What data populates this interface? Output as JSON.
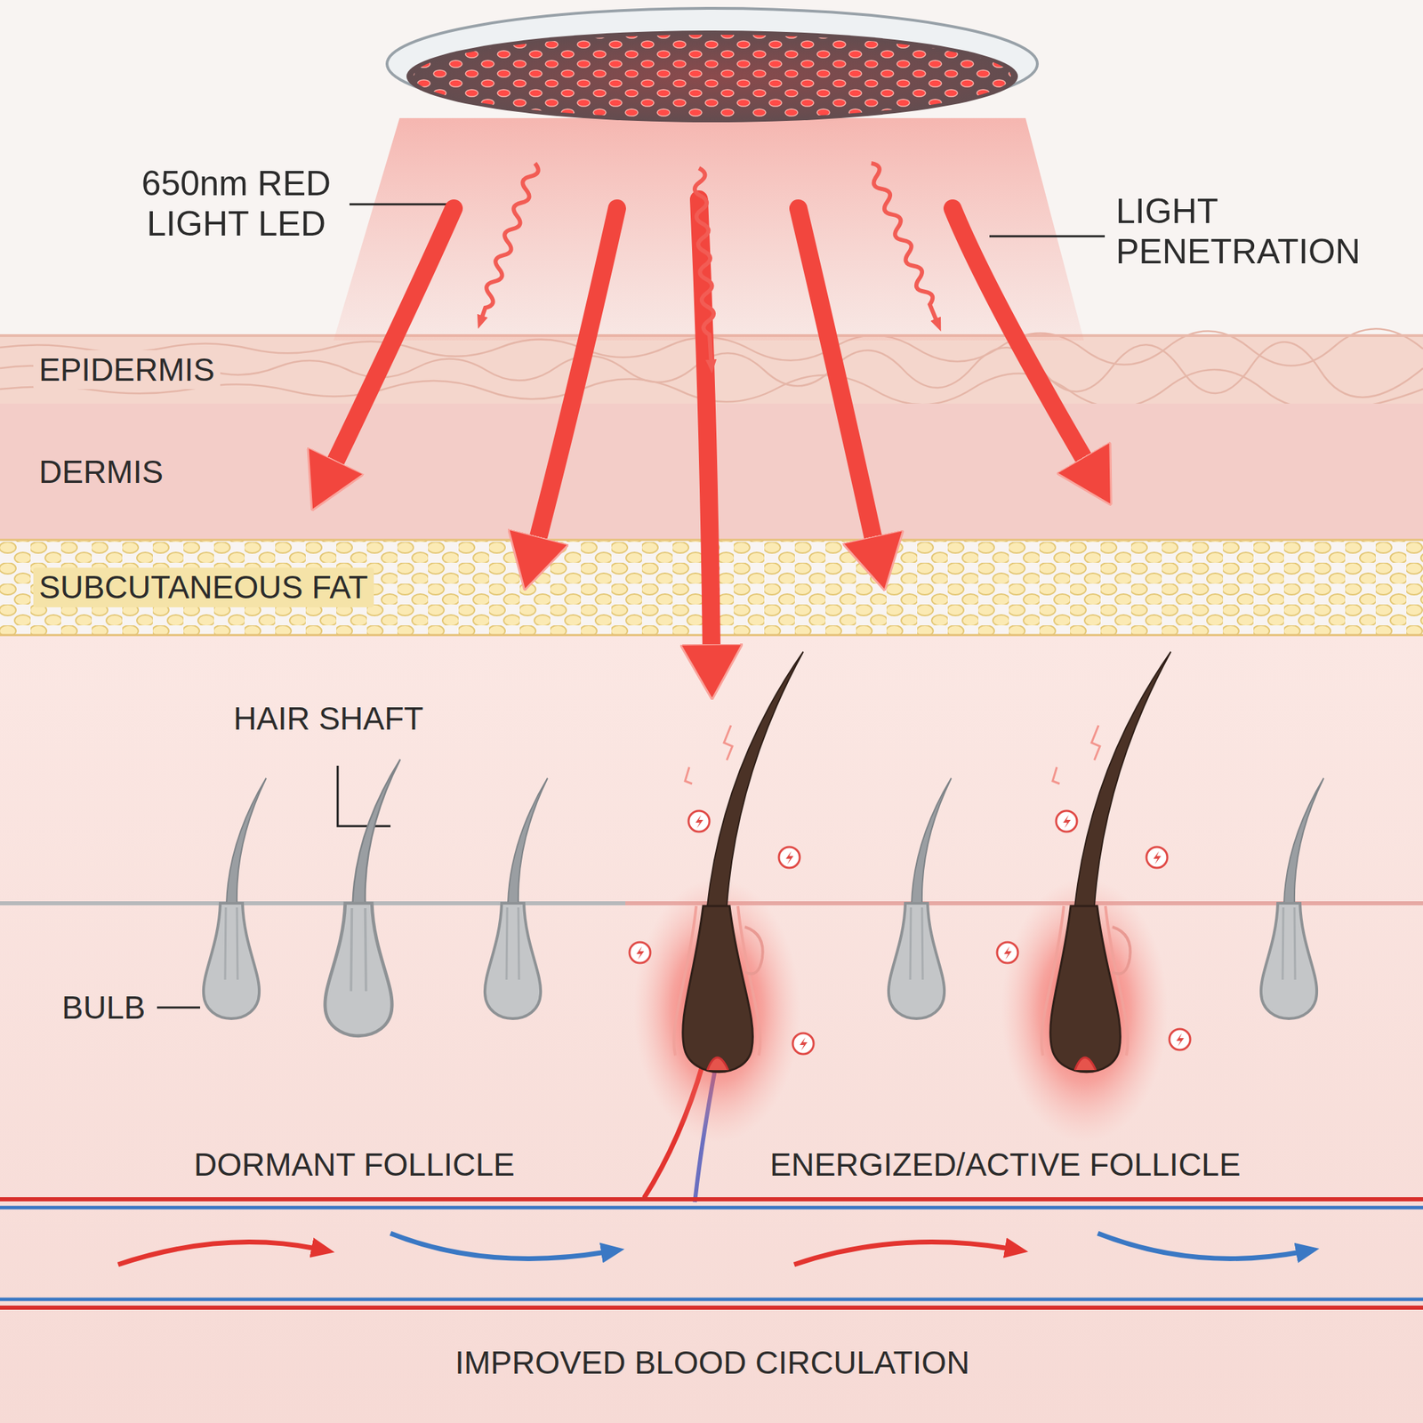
{
  "diagram": {
    "nodes": [
      {
        "text": [
          "EPIDERMIS"
        ]
      },
      {
        "text": [
          "DERMIS"
        ]
      },
      {
        "text": [
          "SUBCUTANEOUS FAT"
        ]
      }
    ],
    "labels": [
      "650nm RED LIGHT LED",
      "LIGHT PENETRATION",
      "HAIR SHAFT",
      "BULB",
      "DORMANT FOLLICLE",
      "ENERGIZED/ACTIVE FOLLICLE",
      "IMPROVED BLOOD CIRCULATION"
    ]
  }
}
